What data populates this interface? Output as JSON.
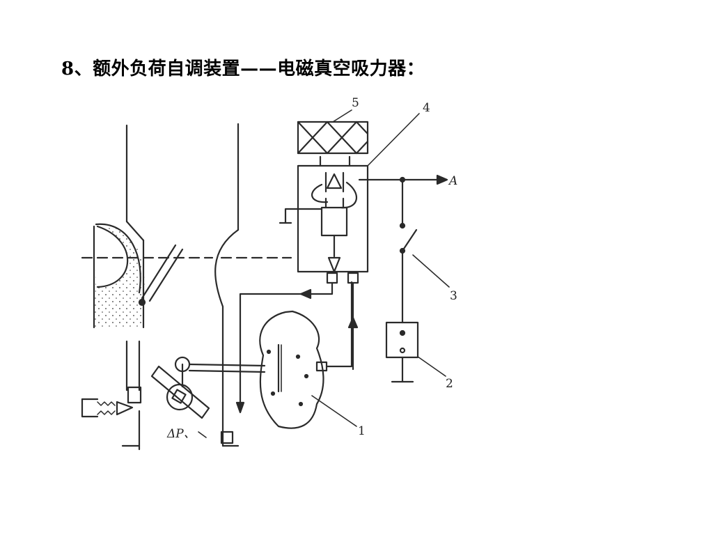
{
  "slide": {
    "title": "8、额外负荷自调装置——电磁真空吸力器："
  },
  "diagram": {
    "part_labels": {
      "p1": "1",
      "p2": "2",
      "p3": "3",
      "p4": "4",
      "p5": "5"
    },
    "signal_label": "A",
    "pressure_label": "ΔP、",
    "colors": {
      "line": "#2a2a2a",
      "background": "#ffffff"
    }
  }
}
